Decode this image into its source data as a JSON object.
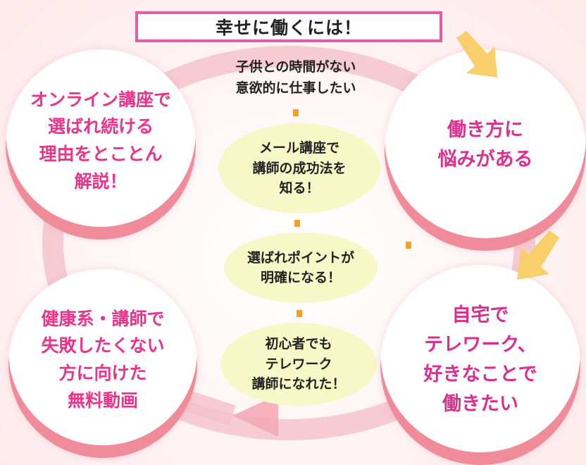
{
  "title": "幸せに働くには！",
  "top_lines": [
    "子供との時間がない",
    "意欲的に仕事したい"
  ],
  "steps": [
    [
      "メール講座で",
      "講師の成功法を",
      "知る！"
    ],
    [
      "選ばれポイントが",
      "明確になる！"
    ],
    [
      "初心者でも",
      "テレワーク",
      "講師になれた！"
    ]
  ],
  "circles": {
    "top_left": [
      "オンライン講座で",
      "選ばれ続ける",
      "理由をとことん",
      "解説！"
    ],
    "bottom_left": [
      "健康系・講師で",
      "失敗したくない",
      "方に向けた",
      "無料動画"
    ],
    "top_right": [
      "働き方に",
      "悩みがある"
    ],
    "bottom_right": [
      "自宅で",
      "テレワーク、",
      "好きなことで",
      "働きたい"
    ]
  },
  "colors": {
    "title_border": "#e05fa3",
    "circle_text": "#e8348a",
    "oval_fill": "#f6f8c7",
    "connector": "#f5a02a",
    "arrow_yellow": "#f8cf6a",
    "ring_pink": "#f4b7c2"
  }
}
